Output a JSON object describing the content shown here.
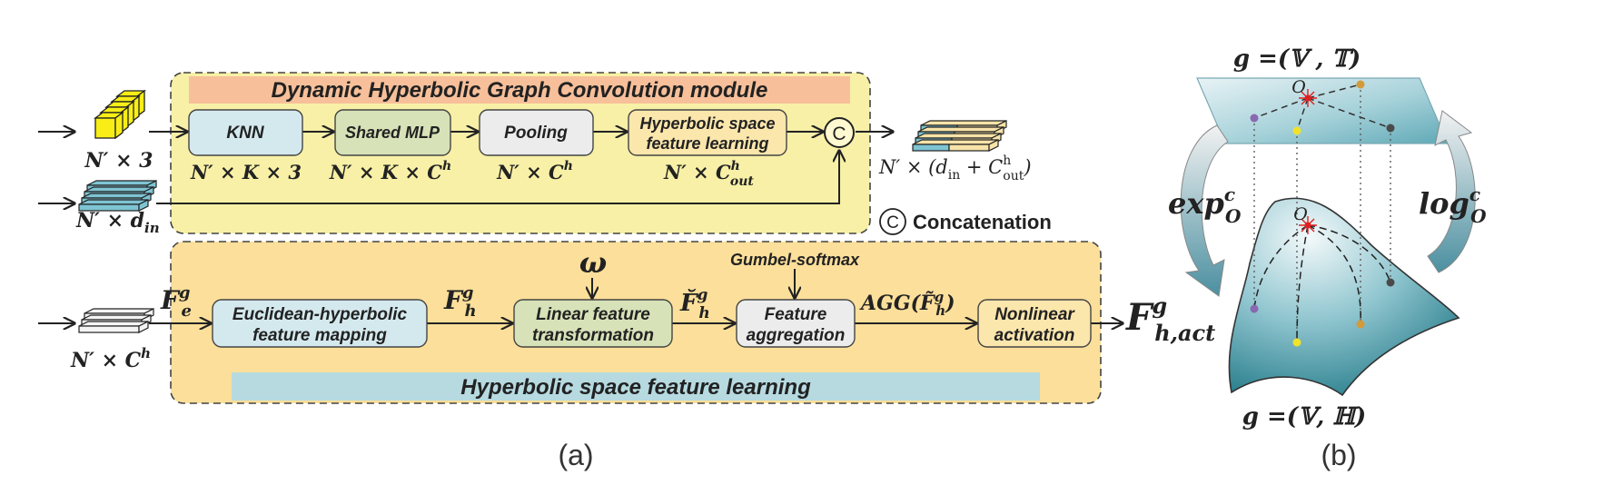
{
  "panel_a": {
    "caption": "(a)",
    "dhgc_title": "Dynamic Hyperbolic Graph Convolution module",
    "hsfl_title": "Hyperbolic space feature learning",
    "top_input_label": "N′ × 3",
    "left_input_base": "N′ × d",
    "left_input_sub": "in",
    "bottom_input_base": "N′ × C",
    "bottom_input_sup": "h",
    "top_blocks": [
      {
        "line1": "KNN",
        "line2": "",
        "dim": "N′ × K × 3",
        "dim_sup": "",
        "dim_sub": ""
      },
      {
        "line1": "Shared MLP",
        "line2": "",
        "dim": "N′ × K × C",
        "dim_sup": "h",
        "dim_sub": ""
      },
      {
        "line1": "Pooling",
        "line2": "",
        "dim": "N′ × C",
        "dim_sup": "h",
        "dim_sub": ""
      },
      {
        "line1": "Hyperbolic space",
        "line2": "feature learning",
        "dim": "N′ × C",
        "dim_sup": "h",
        "dim_sub": "out"
      }
    ],
    "concat_symbol": "C",
    "output_base": "N′ × (d",
    "output_sub_in": "in",
    "output_plus": " + C",
    "output_sup": "h",
    "output_sub_out": "out",
    "output_close": ")",
    "concat_legend_symbol": "C",
    "concat_legend_label": "Concatenation",
    "bottom_blocks": [
      {
        "line1": "Euclidean-hyperbolic",
        "line2": "feature mapping"
      },
      {
        "line1": "Linear feature",
        "line2": "transformation"
      },
      {
        "line1": "Feature",
        "line2": "aggregation"
      },
      {
        "line1": "Nonlinear",
        "line2": "activation"
      }
    ],
    "omega": "ω",
    "gumbel": "Gumbel-softmax",
    "f_e_base": "F",
    "f_e_sub": "e",
    "f_e_sup": "g",
    "f_h_base": "F",
    "f_h_sub": "h",
    "f_h_sup": "g",
    "f_breve_base": "F̆",
    "f_breve_sub": "h",
    "f_breve_sup": "g",
    "agg_text": "AGG(F̃",
    "agg_sub": "h",
    "agg_sup": "g",
    "agg_close": ")",
    "f_act_base": "F",
    "f_act_sub": "h,act",
    "f_act_sup": "g"
  },
  "panel_b": {
    "caption": "(b)",
    "top_label": "g =(𝕍 , 𝕋)",
    "bottom_label": "g =(𝕍, ℍ)",
    "origin": "O",
    "exp_base": "exp",
    "exp_sup": "c",
    "exp_sub": "O",
    "log_base": "log",
    "log_sup": "c",
    "log_sub": "O"
  },
  "colors": {
    "dhgc_bg": "#f7f0a6",
    "hsfl_bg": "#fcdf9a",
    "title_bar": "#f7c09a",
    "hsfl_bar": "#b6dae0",
    "knn": "#d4e9ee",
    "mlp": "#d7e2b8",
    "pooling": "#ececec",
    "hyper_block": "#fbe6ac",
    "euclid_block": "#d4e9ee",
    "linear_block": "#d7e2b8",
    "agg_block": "#ececec",
    "nonlin_block": "#fbe6ac",
    "cube_yellow": "#f8ee16",
    "cube_blue": "#7ec4d3",
    "cube_white": "#f4f4f4",
    "surface_dark": "#1d7e8e",
    "point_purple": "#8a68b0",
    "point_yellow": "#f1e22a",
    "point_orange": "#d49a3a",
    "point_gray": "#4a4a4a",
    "origin_red": "#e02020"
  }
}
